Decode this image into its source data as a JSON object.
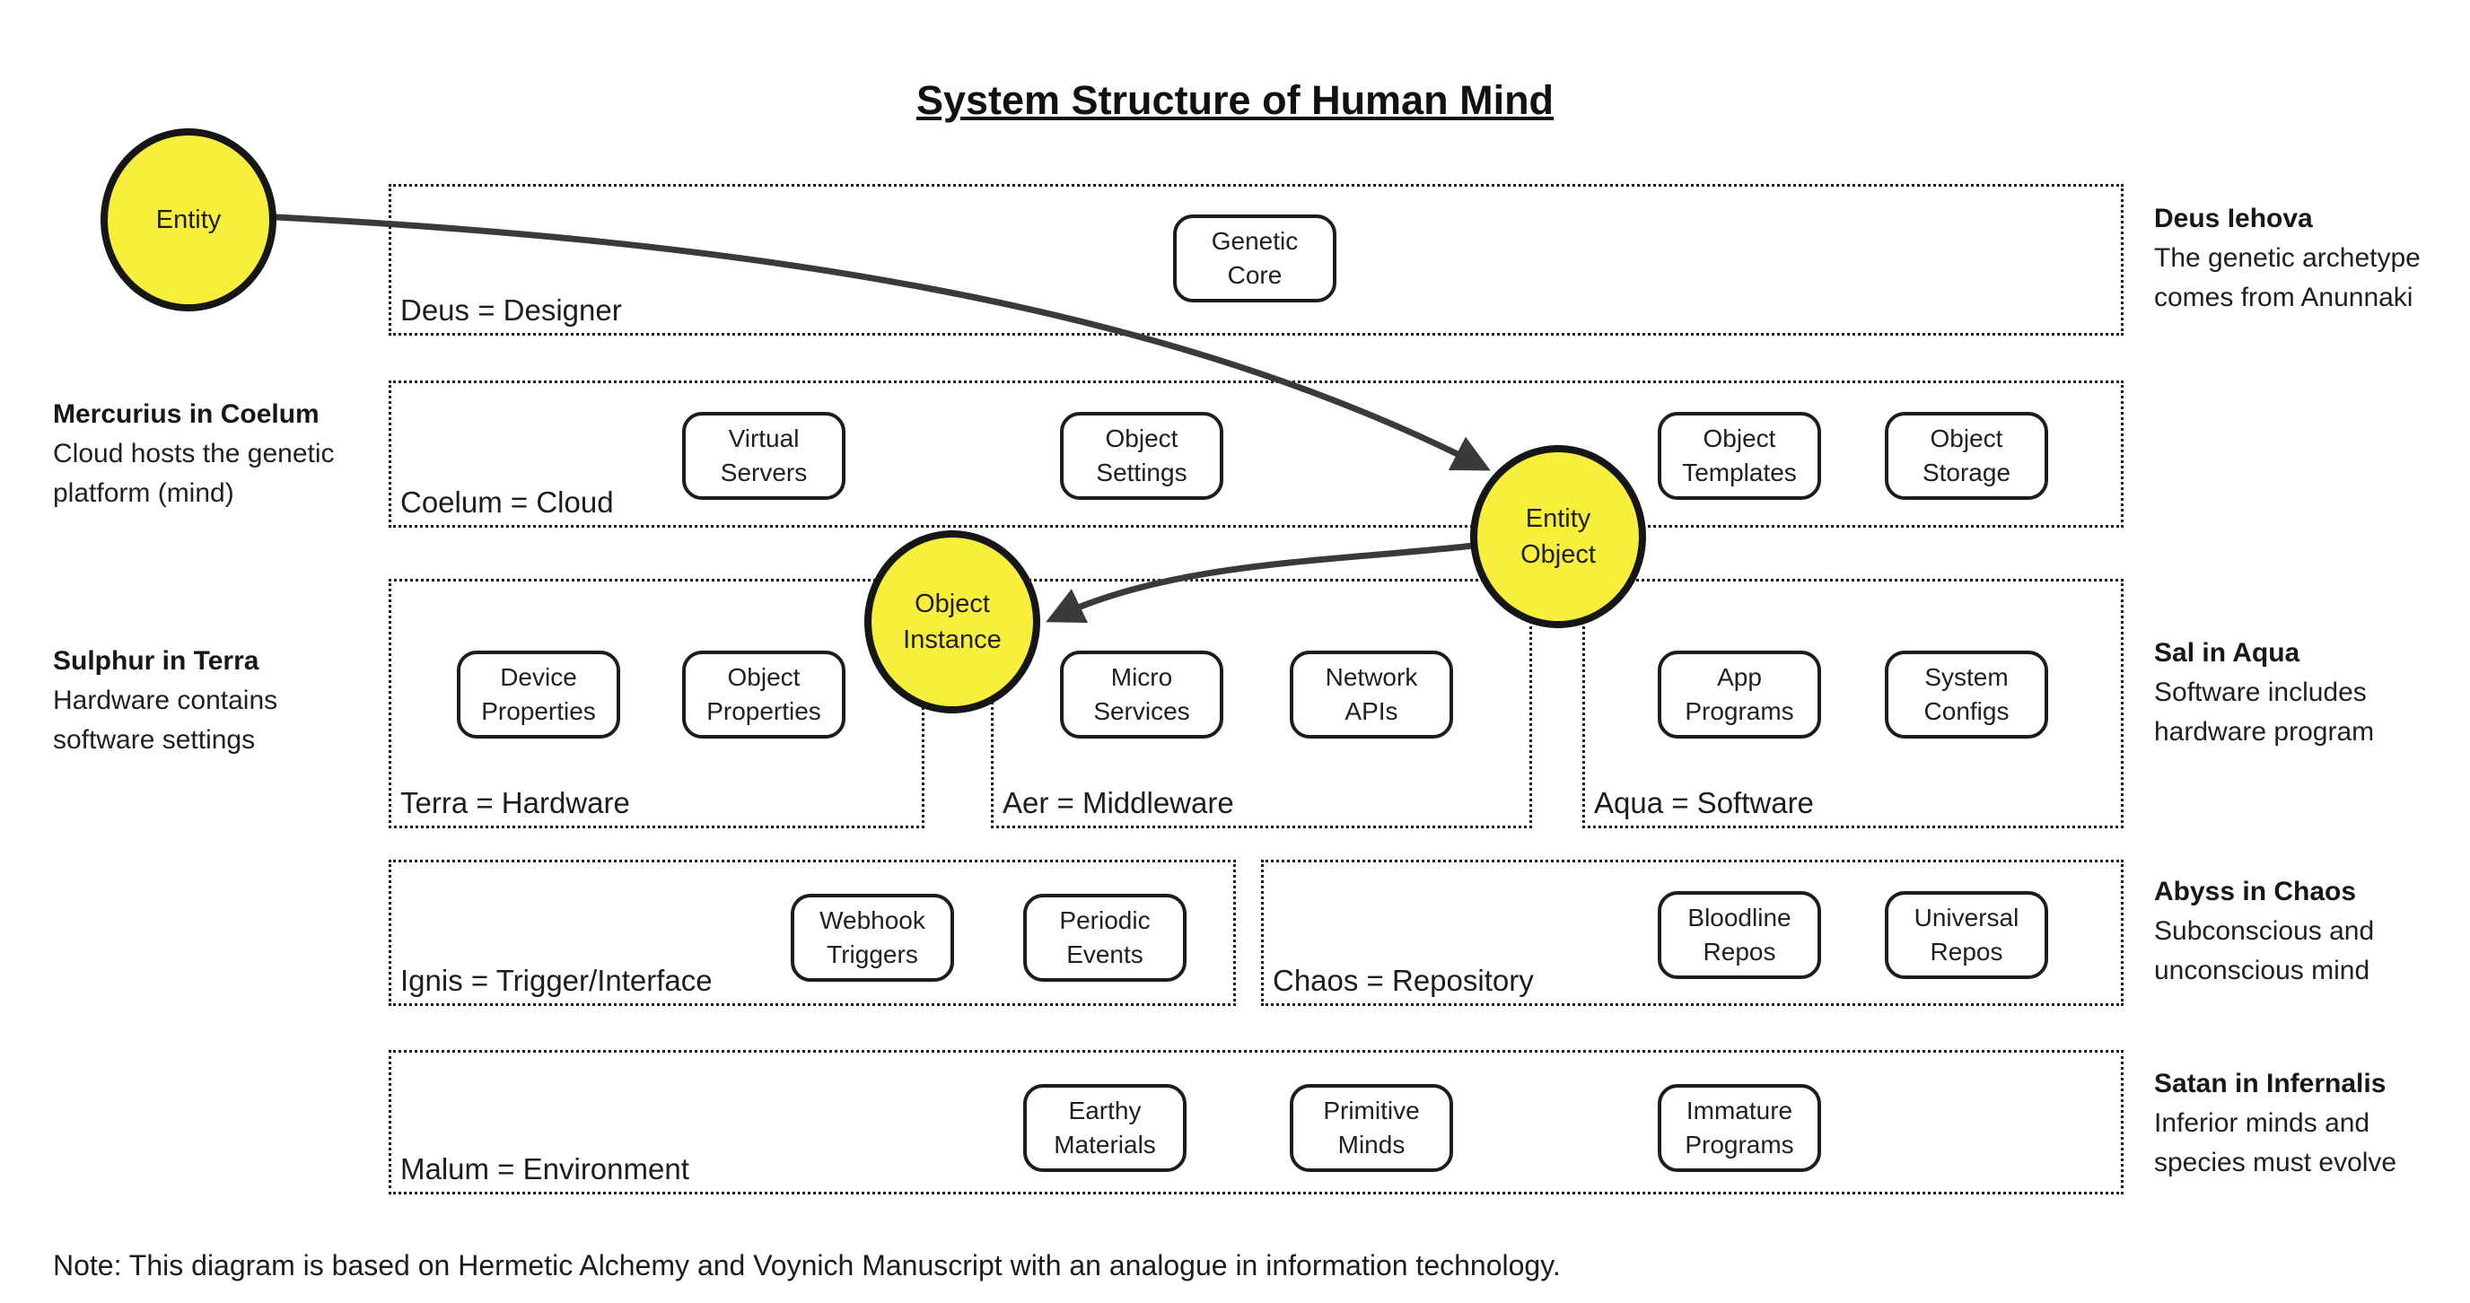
{
  "title": "System Structure of Human Mind",
  "note": "Note: This diagram is based on Hermetic Alchemy and Voynich Manuscript with an analogue in information technology.",
  "colors": {
    "background": "#FFFFFF",
    "circle_fill": "#F8EE3C",
    "node_fill": "#FFFFFF",
    "stroke": "#1C1C1C",
    "arrow": "#3A3A3A",
    "text": "#1F1F1F"
  },
  "containers": [
    {
      "id": "deus",
      "label": "Deus = Designer"
    },
    {
      "id": "coelum",
      "label": "Coelum = Cloud"
    },
    {
      "id": "terra",
      "label": "Terra = Hardware"
    },
    {
      "id": "aer",
      "label": "Aer = Middleware"
    },
    {
      "id": "aqua",
      "label": "Aqua = Software"
    },
    {
      "id": "ignis",
      "label": "Ignis = Trigger/Interface"
    },
    {
      "id": "chaos",
      "label": "Chaos = Repository"
    },
    {
      "id": "malum",
      "label": "Malum = Environment"
    }
  ],
  "nodes": [
    {
      "id": "genetic-core",
      "lines": [
        "Genetic",
        "Core"
      ]
    },
    {
      "id": "virtual-servers",
      "lines": [
        "Virtual",
        "Servers"
      ]
    },
    {
      "id": "object-settings",
      "lines": [
        "Object",
        "Settings"
      ]
    },
    {
      "id": "object-templates",
      "lines": [
        "Object",
        "Templates"
      ]
    },
    {
      "id": "object-storage",
      "lines": [
        "Object",
        "Storage"
      ]
    },
    {
      "id": "device-properties",
      "lines": [
        "Device",
        "Properties"
      ]
    },
    {
      "id": "object-properties",
      "lines": [
        "Object",
        "Properties"
      ]
    },
    {
      "id": "micro-services",
      "lines": [
        "Micro",
        "Services"
      ]
    },
    {
      "id": "network-apis",
      "lines": [
        "Network",
        "APIs"
      ]
    },
    {
      "id": "app-programs",
      "lines": [
        "App",
        "Programs"
      ]
    },
    {
      "id": "system-configs",
      "lines": [
        "System",
        "Configs"
      ]
    },
    {
      "id": "webhook-triggers",
      "lines": [
        "Webhook",
        "Triggers"
      ]
    },
    {
      "id": "periodic-events",
      "lines": [
        "Periodic",
        "Events"
      ]
    },
    {
      "id": "bloodline-repos",
      "lines": [
        "Bloodline",
        "Repos"
      ]
    },
    {
      "id": "universal-repos",
      "lines": [
        "Universal",
        "Repos"
      ]
    },
    {
      "id": "earthy-materials",
      "lines": [
        "Earthy",
        "Materials"
      ]
    },
    {
      "id": "primitive-minds",
      "lines": [
        "Primitive",
        "Minds"
      ]
    },
    {
      "id": "immature-programs",
      "lines": [
        "Immature",
        "Programs"
      ]
    }
  ],
  "circles": [
    {
      "id": "entity",
      "lines": [
        "Entity"
      ]
    },
    {
      "id": "entity-object",
      "lines": [
        "Entity",
        "Object"
      ]
    },
    {
      "id": "object-instance",
      "lines": [
        "Object",
        "Instance"
      ]
    }
  ],
  "annotations": [
    {
      "id": "deus-iehova",
      "heading": "Deus Iehova",
      "lines": [
        "The genetic archetype",
        "comes from Anunnaki"
      ]
    },
    {
      "id": "mercurius",
      "heading": "Mercurius in Coelum",
      "lines": [
        "Cloud hosts the genetic",
        "platform (mind)"
      ]
    },
    {
      "id": "sulphur",
      "heading": "Sulphur in Terra",
      "lines": [
        "Hardware contains",
        "software settings"
      ]
    },
    {
      "id": "sal",
      "heading": "Sal in Aqua",
      "lines": [
        "Software includes",
        "hardware program"
      ]
    },
    {
      "id": "abyss",
      "heading": "Abyss in Chaos",
      "lines": [
        "Subconscious and",
        "unconscious mind"
      ]
    },
    {
      "id": "satan",
      "heading": "Satan in Infernalis",
      "lines": [
        "Inferior minds and",
        "species must evolve"
      ]
    }
  ]
}
